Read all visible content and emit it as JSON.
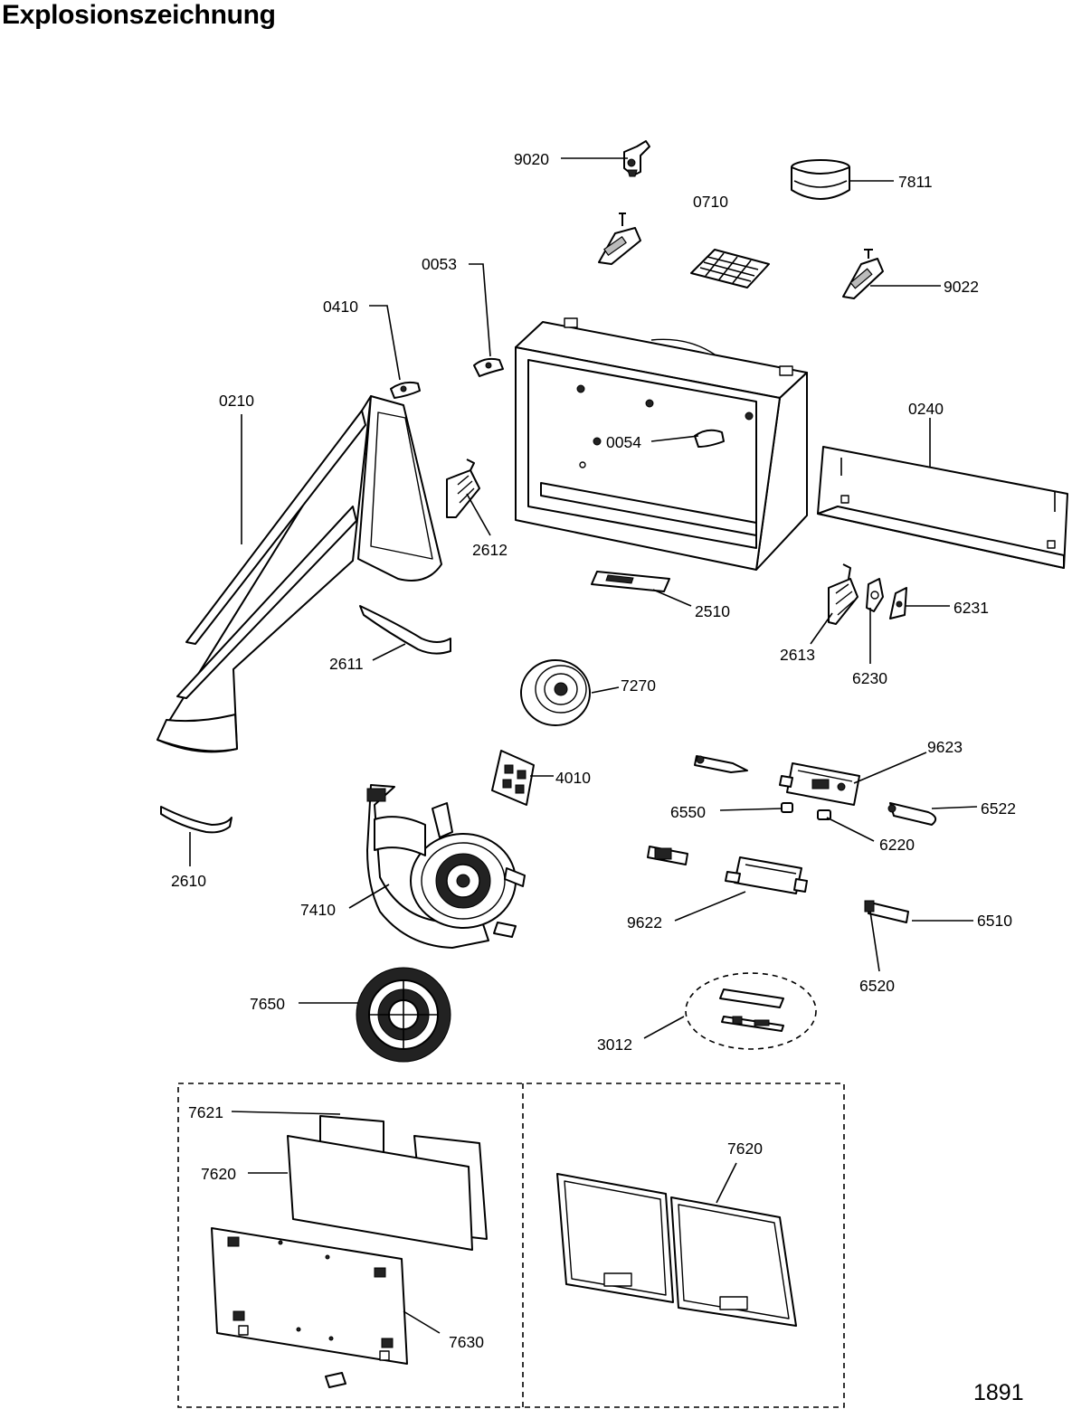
{
  "title": "Explosionszeichnung",
  "page_number": "1891",
  "parts": {
    "p9020": "9020",
    "p7811": "7811",
    "p0710": "0710",
    "p0053": "0053",
    "p9022": "9022",
    "p0410": "0410",
    "p0210": "0210",
    "p0240": "0240",
    "p0054": "0054",
    "p2612": "2612",
    "p2510": "2510",
    "p6231": "6231",
    "p2613": "2613",
    "p2611": "2611",
    "p6230": "6230",
    "p7270": "7270",
    "p9623": "9623",
    "p4010": "4010",
    "p6522": "6522",
    "p6550": "6550",
    "p6220": "6220",
    "p2610": "2610",
    "p7410": "7410",
    "p9622": "9622",
    "p6510": "6510",
    "p6520": "6520",
    "p7650": "7650",
    "p3012": "3012",
    "p7621": "7621",
    "p7620a": "7620",
    "p7620b": "7620",
    "p7630": "7630"
  }
}
